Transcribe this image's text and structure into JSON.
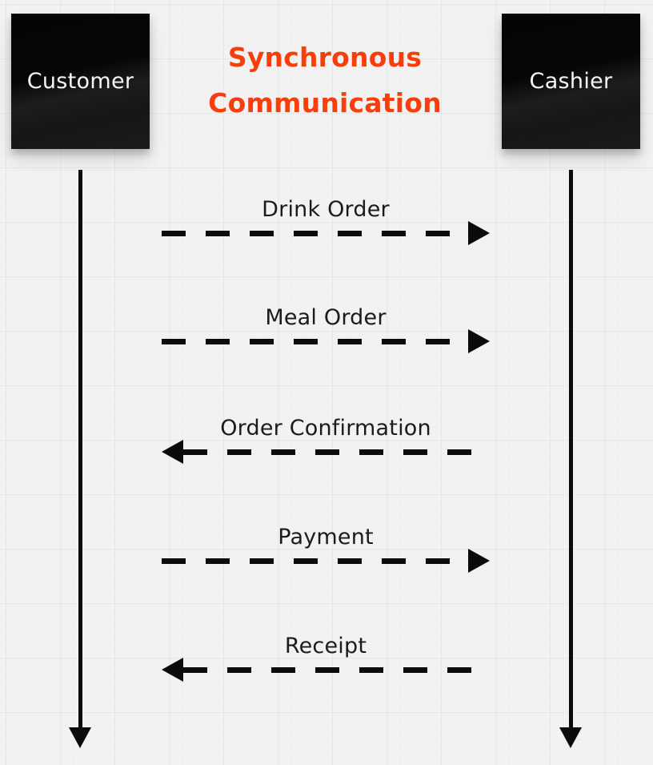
{
  "diagram": {
    "title": "Synchronous\nCommunication",
    "title_color": "#f93e0b",
    "background_color": "#f2f2f2",
    "line_color": "#0b0b0b"
  },
  "actors": [
    {
      "id": "customer",
      "label": "Customer"
    },
    {
      "id": "cashier",
      "label": "Cashier"
    }
  ],
  "messages": [
    {
      "label": "Drink Order",
      "direction": "right"
    },
    {
      "label": "Meal Order",
      "direction": "right"
    },
    {
      "label": "Order Confirmation",
      "direction": "left"
    },
    {
      "label": "Payment",
      "direction": "right"
    },
    {
      "label": "Receipt",
      "direction": "left"
    }
  ]
}
